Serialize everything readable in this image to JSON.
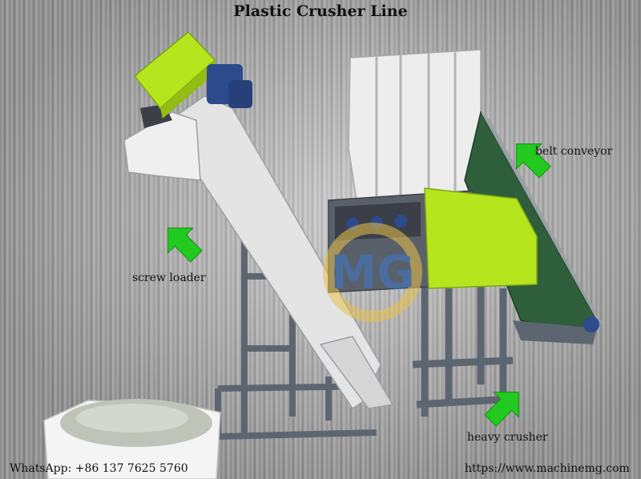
{
  "title": "Plastic Crusher Line",
  "labels": {
    "belt_conveyor": "belt conveyor",
    "screw_loader": "screw loader",
    "heavy_crusher": "heavy crusher"
  },
  "footer": {
    "whatsapp": "WhatsApp: +86 137 7625 5760",
    "website": "https://www.machinemg.com"
  },
  "watermark": "MG",
  "colors": {
    "lime": "#b5e61d",
    "frame": "#6e7680",
    "hopper": "#ececec",
    "belt": "#2e5f3a",
    "arrow": "#22c91e",
    "motor": "#2d4a8c"
  }
}
